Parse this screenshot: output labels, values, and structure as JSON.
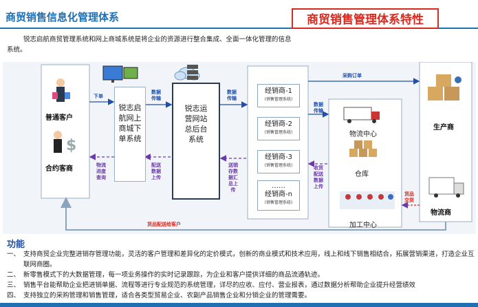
{
  "header": {
    "title": "商贸销售信息化管理体系",
    "badge": "商贸销售管理体系特性"
  },
  "intro": "锐志启航商贸管理系统和网上商城系统是将企业的资源进行整合集成、全面一体化管理的信息系统。",
  "diagram": {
    "customer_normal": "普通客户",
    "customer_contract": "合约客商",
    "order_system_lines": [
      "锐志启",
      "航网上",
      "商城下",
      "单系统"
    ],
    "backend_lines": [
      "锐志运",
      "营网站",
      "总后台",
      "系统"
    ],
    "dealers": [
      {
        "name": "经销商-1",
        "sub": "(销售管理系统)"
      },
      {
        "name": "经销商-2",
        "sub": "(销售管理系统)"
      },
      {
        "name": "经销商-3",
        "sub": "(销售管理系统)"
      },
      {
        "name": "经销商-n",
        "sub": "(销售管理系统)"
      }
    ],
    "dealer_dots": "……",
    "logistics": "物流中心",
    "warehouse": "仓库",
    "processing": "加工中心",
    "producer": "生产商",
    "supplier": "物流商",
    "labels": {
      "order": "下单",
      "data_transfer_1": [
        "数据",
        "传输"
      ],
      "data_transfer_2": [
        "数据",
        "传输"
      ],
      "data_transfer_3": [
        "数据",
        "传输"
      ],
      "purchase_order": "采购订单",
      "logistics_query": [
        "物流",
        "进度",
        "查询"
      ],
      "delivery_upload": [
        "配送",
        "数据",
        "上传"
      ],
      "inventory_upload": [
        "送销",
        "存数",
        "据汇",
        "总上",
        "传"
      ],
      "receive_upload": [
        "收货",
        "配送",
        "数据",
        "上传"
      ],
      "goods_delivery": [
        "货品",
        "交货"
      ],
      "goods_to_customer": "货品配送给客户"
    }
  },
  "functions": {
    "title": "功能",
    "items": [
      {
        "num": "一、",
        "text": "支持商贸企业完整进销存管理功能，灵活的客户管理和差异化的定价模式，创新的商业模式和技术应用，线上和线下销售相结合，拓展营销渠道，打造企业互联网商圈。"
      },
      {
        "num": "二、",
        "text": "新零售模式下的大数据管理，每一项业务操作的实时记录跟踪，为企业和客户提供详细的商品流通轨迹。"
      },
      {
        "num": "三、",
        "text": "销售平台能帮助企业把进销单据、流程等进行专业规范的系统管理，详尽的应收、应付、营业报表，通过数据分析帮助企业提升经营绩效"
      },
      {
        "num": "四、",
        "text": "支持独立的采购管理和销售管理，适合各类型贸易企业、农副产品销售企业和分销企业的管理需要。"
      }
    ]
  }
}
